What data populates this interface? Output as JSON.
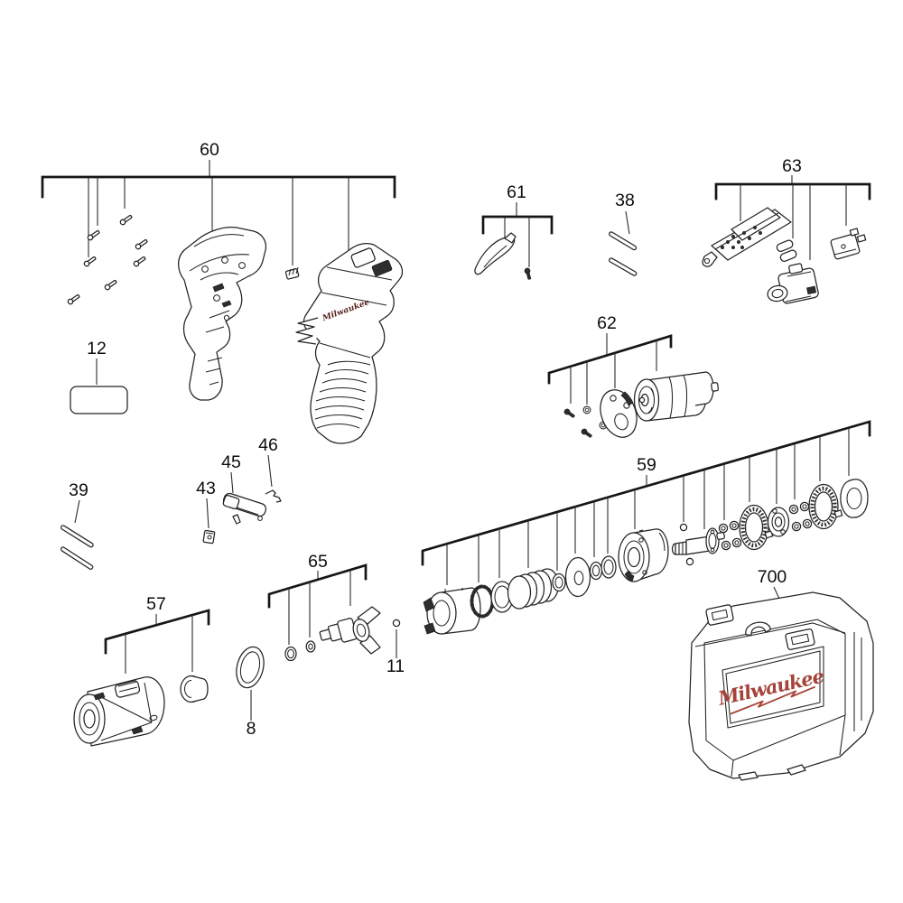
{
  "figure": {
    "kind": "exploded parts diagram",
    "background": "#ffffff"
  },
  "colors": {
    "line": "#232323",
    "bracket": "#161616",
    "logo_red": "#a64338"
  },
  "logos": {
    "case": "Milwaukee",
    "housing": "Milwaukee"
  },
  "labels": {
    "g60": "60",
    "p12": "12",
    "g61": "61",
    "p38": "38",
    "g63": "63",
    "g62": "62",
    "g59": "59",
    "p39": "39",
    "p43": "43",
    "p45": "45",
    "p46": "46",
    "g57": "57",
    "g65": "65",
    "p8": "8",
    "p11": "11",
    "p700": "700"
  }
}
